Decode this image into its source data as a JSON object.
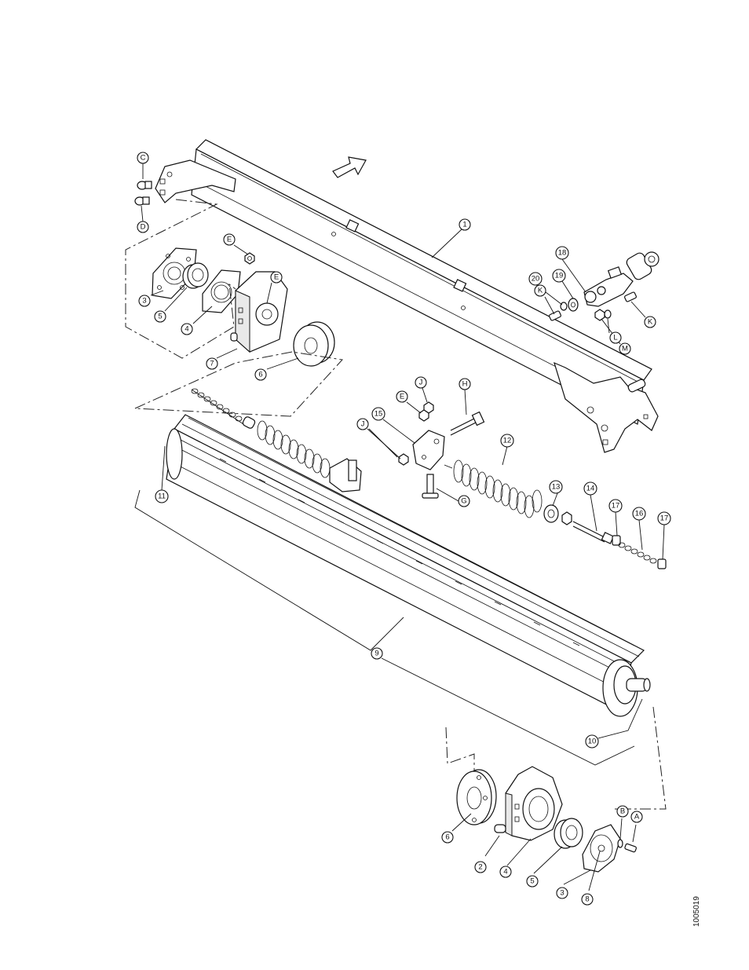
{
  "figure_number": "1005019",
  "callouts": [
    {
      "id": "c-C",
      "label": "C"
    },
    {
      "id": "c-D",
      "label": "D"
    },
    {
      "id": "c-E1",
      "label": "E"
    },
    {
      "id": "c-E2",
      "label": "E"
    },
    {
      "id": "c-3a",
      "label": "3"
    },
    {
      "id": "c-5a",
      "label": "5"
    },
    {
      "id": "c-4a",
      "label": "4"
    },
    {
      "id": "c-7",
      "label": "7"
    },
    {
      "id": "c-6a",
      "label": "6"
    },
    {
      "id": "c-1",
      "label": "1"
    },
    {
      "id": "c-18",
      "label": "18"
    },
    {
      "id": "c-19",
      "label": "19"
    },
    {
      "id": "c-20",
      "label": "20"
    },
    {
      "id": "c-Ka",
      "label": "K"
    },
    {
      "id": "c-Kb",
      "label": "K"
    },
    {
      "id": "c-L",
      "label": "L"
    },
    {
      "id": "c-M",
      "label": "M"
    },
    {
      "id": "c-J1",
      "label": "J"
    },
    {
      "id": "c-E3",
      "label": "E"
    },
    {
      "id": "c-H",
      "label": "H"
    },
    {
      "id": "c-15",
      "label": "15"
    },
    {
      "id": "c-J2",
      "label": "J"
    },
    {
      "id": "c-12",
      "label": "12"
    },
    {
      "id": "c-G",
      "label": "G"
    },
    {
      "id": "c-13",
      "label": "13"
    },
    {
      "id": "c-14",
      "label": "14"
    },
    {
      "id": "c-17a",
      "label": "17"
    },
    {
      "id": "c-16",
      "label": "16"
    },
    {
      "id": "c-17b",
      "label": "17"
    },
    {
      "id": "c-11",
      "label": "11"
    },
    {
      "id": "c-9",
      "label": "9"
    },
    {
      "id": "c-10",
      "label": "10"
    },
    {
      "id": "c-6b",
      "label": "6"
    },
    {
      "id": "c-2",
      "label": "2"
    },
    {
      "id": "c-4b",
      "label": "4"
    },
    {
      "id": "c-5b",
      "label": "5"
    },
    {
      "id": "c-3b",
      "label": "3"
    },
    {
      "id": "c-8",
      "label": "8"
    },
    {
      "id": "c-B",
      "label": "B"
    },
    {
      "id": "c-A",
      "label": "A"
    }
  ]
}
